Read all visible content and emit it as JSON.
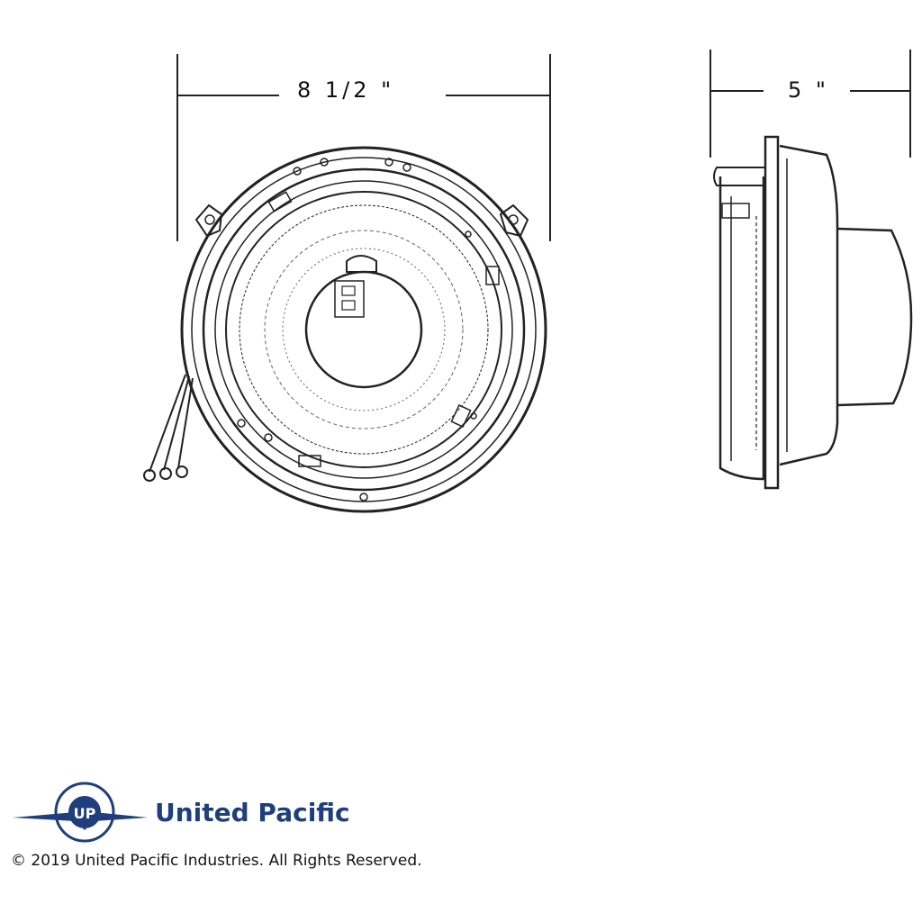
{
  "dimensions": {
    "width_label": "8 1/2 \"",
    "depth_label": "5 \""
  },
  "brand": {
    "logo_letters": "UP",
    "name": "United Pacific",
    "copyright": "© 2019 United Pacific Industries. All Rights Reserved.",
    "color": "#1f3f7c"
  },
  "colors": {
    "line": "#222222",
    "background": "#ffffff"
  }
}
